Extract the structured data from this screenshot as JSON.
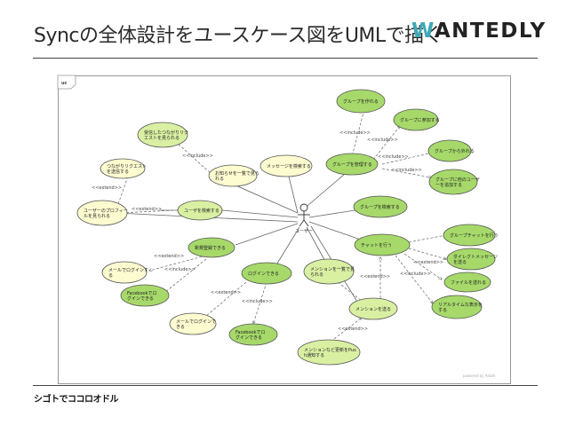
{
  "slide": {
    "title": "Syncの全体設計をユースケース図をUMLで描く",
    "logo_text": "WANTEDLY",
    "logo_initial": "W",
    "logo_rest": "ANTEDLY",
    "footer": "シゴトでココロオドル",
    "accent_color": "#3fa9b5"
  },
  "diagram": {
    "frame_tag": "uc",
    "actor": "ユーザー",
    "watermark": "powered by Astah",
    "usecases": [
      {
        "id": "uc1",
        "label": "受信したつながりリクエストを見られる",
        "fill": "#d9f0a3"
      },
      {
        "id": "uc2",
        "label": "つながりリクエストを送信する",
        "fill": "#fdfbd0"
      },
      {
        "id": "uc3",
        "label": "ユーザーのプロフィールを見られる",
        "fill": "#fdfbd0"
      },
      {
        "id": "uc4",
        "label": "ユーザを検索する",
        "fill": "#d9f0a3"
      },
      {
        "id": "uc5",
        "label": "お知らせを一覧で見られる",
        "fill": "#fdfbd0"
      },
      {
        "id": "uc6",
        "label": "メッセージを検索する",
        "fill": "#fdfbd0"
      },
      {
        "id": "uc7",
        "label": "グループを作れる",
        "fill": "#a6d96a"
      },
      {
        "id": "uc8",
        "label": "グループに参加する",
        "fill": "#a6d96a"
      },
      {
        "id": "uc9",
        "label": "グループを管理する",
        "fill": "#a6d96a"
      },
      {
        "id": "uc10",
        "label": "グループから外れる",
        "fill": "#a6d96a"
      },
      {
        "id": "uc11",
        "label": "グループに他のユーザーを追加する",
        "fill": "#a6d96a"
      },
      {
        "id": "uc12",
        "label": "グループを検索する",
        "fill": "#a6d96a"
      },
      {
        "id": "uc13",
        "label": "チャットを行う",
        "fill": "#a6d96a"
      },
      {
        "id": "uc14",
        "label": "グループチャットを行う",
        "fill": "#a6d96a"
      },
      {
        "id": "uc15",
        "label": "ダイレクトメッセージを送る",
        "fill": "#a6d96a"
      },
      {
        "id": "uc16",
        "label": "ファイルを送れる",
        "fill": "#a6d96a"
      },
      {
        "id": "uc17",
        "label": "リアルタイムな表示をする",
        "fill": "#a6d96a"
      },
      {
        "id": "uc18",
        "label": "新規登録できる",
        "fill": "#a6d96a"
      },
      {
        "id": "uc19",
        "label": "メールでログインする",
        "fill": "#fdfbd0"
      },
      {
        "id": "uc20",
        "label": "Facebookでログインできる",
        "fill": "#a6d96a"
      },
      {
        "id": "uc21",
        "label": "ログインできる",
        "fill": "#a6d96a"
      },
      {
        "id": "uc22",
        "label": "メールでログインできる",
        "fill": "#fdfbd0"
      },
      {
        "id": "uc23",
        "label": "Facebookでログインできる",
        "fill": "#a6d96a"
      },
      {
        "id": "uc24",
        "label": "メンションを一覧で見られる",
        "fill": "#d9f0a3"
      },
      {
        "id": "uc25",
        "label": "メンションを送る",
        "fill": "#d9f0a3"
      },
      {
        "id": "uc26",
        "label": "メンションなど更新をPush通知する",
        "fill": "#d9f0a3"
      }
    ],
    "relations": {
      "include": "<<include>>",
      "extend": "<<extend>>"
    }
  }
}
